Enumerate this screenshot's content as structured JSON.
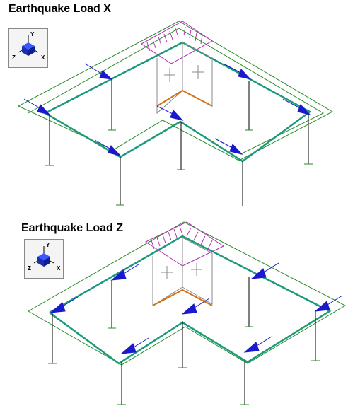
{
  "panels": [
    {
      "title": "Earthquake Load X",
      "triad": {
        "up": "Y",
        "left": "Z",
        "right": "X",
        "icon": "axis-triad-icon"
      }
    },
    {
      "title": "Earthquake Load Z",
      "triad": {
        "up": "Y",
        "left": "Z",
        "right": "X",
        "icon": "axis-triad-icon"
      }
    }
  ],
  "colors": {
    "beam": "#1a9a7a",
    "column": "#000000",
    "load_line": "#2a8c2a",
    "arrow": "#1a1acc",
    "node": "#000033",
    "brace": "#d07010",
    "wall_load": "#b030b0",
    "support": "#228b22",
    "triad_cube": "#1a2fe0"
  }
}
